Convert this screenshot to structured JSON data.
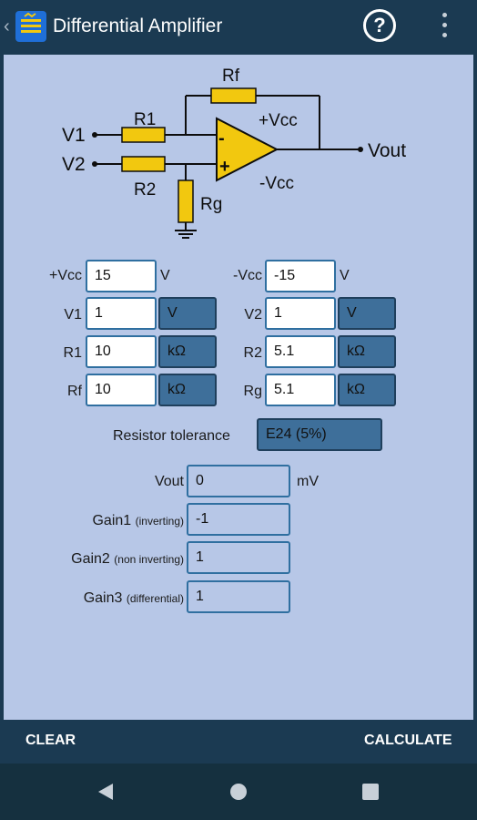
{
  "app": {
    "title": "Differential Amplifier",
    "help_label": "?"
  },
  "circuit": {
    "labels": {
      "rf": "Rf",
      "r1": "R1",
      "r2": "R2",
      "rg": "Rg",
      "v1": "V1",
      "v2": "V2",
      "vout": "Vout",
      "pvcc": "+Vcc",
      "nvcc": "-Vcc",
      "minus": "-",
      "plus": "+"
    },
    "colors": {
      "resistor": "#f2c80f",
      "opamp": "#f2c80f",
      "wire": "#0d0d0d"
    }
  },
  "inputs": {
    "pvcc": {
      "label": "+Vcc",
      "value": "15",
      "unit": "V"
    },
    "nvcc": {
      "label": "-Vcc",
      "value": "-15",
      "unit": "V"
    },
    "v1": {
      "label": "V1",
      "value": "1",
      "unit": "V"
    },
    "v2": {
      "label": "V2",
      "value": "1",
      "unit": "V"
    },
    "r1": {
      "label": "R1",
      "value": "10",
      "unit": "kΩ"
    },
    "r2": {
      "label": "R2",
      "value": "5.1",
      "unit": "kΩ"
    },
    "rf": {
      "label": "Rf",
      "value": "10",
      "unit": "kΩ"
    },
    "rg": {
      "label": "Rg",
      "value": "5.1",
      "unit": "kΩ"
    }
  },
  "tolerance": {
    "label": "Resistor tolerance",
    "value": "E24 (5%)"
  },
  "results": {
    "vout": {
      "label": "Vout",
      "value": "0",
      "unit": "mV"
    },
    "gain1": {
      "label": "Gain1",
      "note": "(inverting)",
      "value": "-1"
    },
    "gain2": {
      "label": "Gain2",
      "note": "(non inverting)",
      "value": "1"
    },
    "gain3": {
      "label": "Gain3",
      "note": "(differential)",
      "value": "1"
    }
  },
  "actions": {
    "clear": "CLEAR",
    "calculate": "CALCULATE"
  },
  "theme": {
    "bar": "#1b3a52",
    "panel": "#b7c7e7",
    "accent": "#3e6f9a",
    "accent_border": "#2f6fa0"
  },
  "icons": {
    "back": "chevron-left-icon",
    "app": "app-logo-icon",
    "help": "help-circle-icon",
    "more": "more-vert-icon",
    "nav_back": "triangle-back-icon",
    "nav_home": "circle-home-icon",
    "nav_recents": "square-recents-icon"
  }
}
